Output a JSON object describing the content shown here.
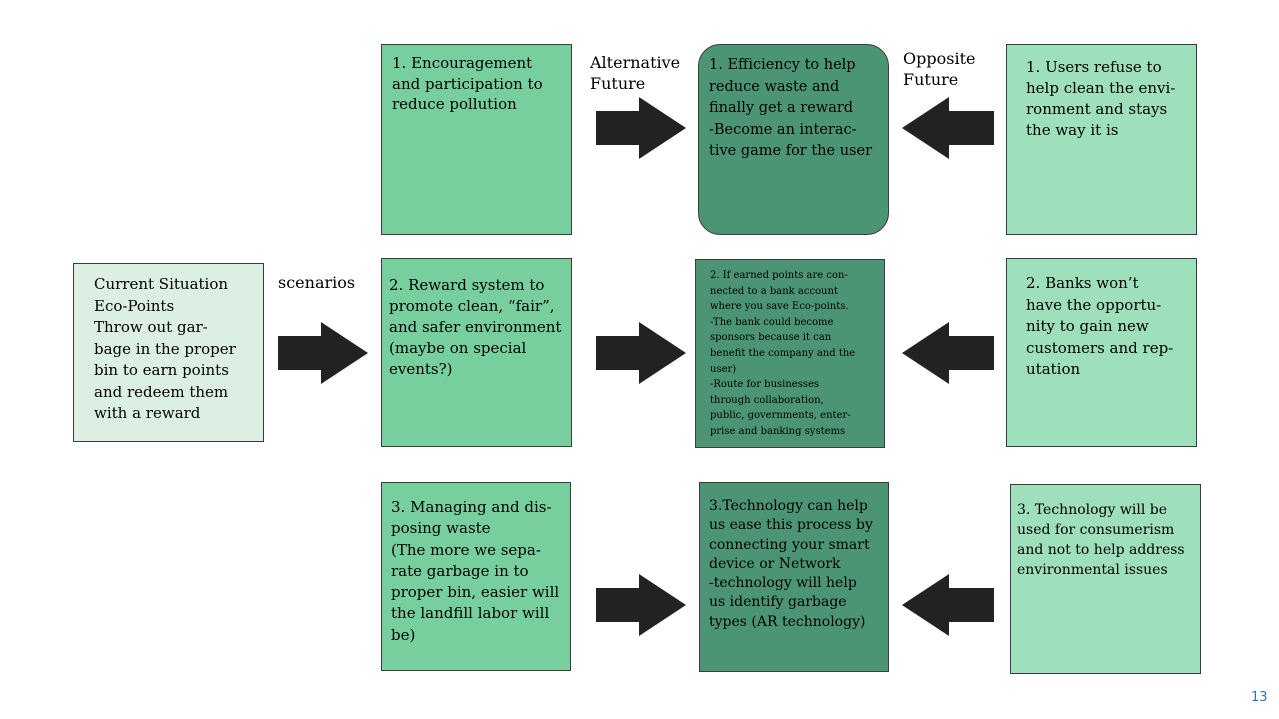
{
  "labels": {
    "alternative": "Alternative\nFuture",
    "opposite": "Opposite\nFuture",
    "scenarios": "scenarios"
  },
  "current": {
    "text": "Current Situation\nEco-Points\nThrow out gar-\nbage in the proper\nbin to earn points\nand redeem them\nwith a reward"
  },
  "scenarios": [
    {
      "text": "1. Encouragement\nand participation to\nreduce pollution"
    },
    {
      "text": "2. Reward system to\npromote clean, “fair”,\nand safer environment\n(maybe on special\nevents?)"
    },
    {
      "text": "3. Managing and dis-\nposing waste\n(The more we sepa-\nrate garbage in to\nproper bin, easier will\nthe landfill labor will\nbe)"
    }
  ],
  "alternatives": [
    {
      "text": "1. Efficiency to help\nreduce waste and\nfinally get a reward\n-Become an interac-\ntive game for the user"
    },
    {
      "text": "2. If earned points are con-\nnected to a bank account\nwhere you save Eco-points.\n-The bank could become\nsponsors because it can\nbenefit the company and the\nuser)\n-Route for businesses\nthrough collaboration,\npublic, governments, enter-\nprise and banking systems"
    },
    {
      "text": "3.Technology can help\nus ease this process by\nconnecting your smart\ndevice or Network\n-technology will help\nus identify garbage\ntypes (AR technology)"
    }
  ],
  "opposites": [
    {
      "text": "1. Users refuse to\nhelp clean the envi-\nronment and stays\nthe way it is"
    },
    {
      "text": "2. Banks won’t\nhave the opportu-\nnity to gain new\ncustomers and rep-\nutation"
    },
    {
      "text": "3. Technology will be\nused for consumerism\nand not to help address\nenvironmental issues"
    }
  ],
  "page_number": "13",
  "colors": {
    "light_green": "#9edfbc",
    "medium_green": "#76cf9c",
    "dark_green": "#4b9474",
    "pale_green": "#dcefe3",
    "arrow": "#222222",
    "page_number": "#2e75b6"
  }
}
